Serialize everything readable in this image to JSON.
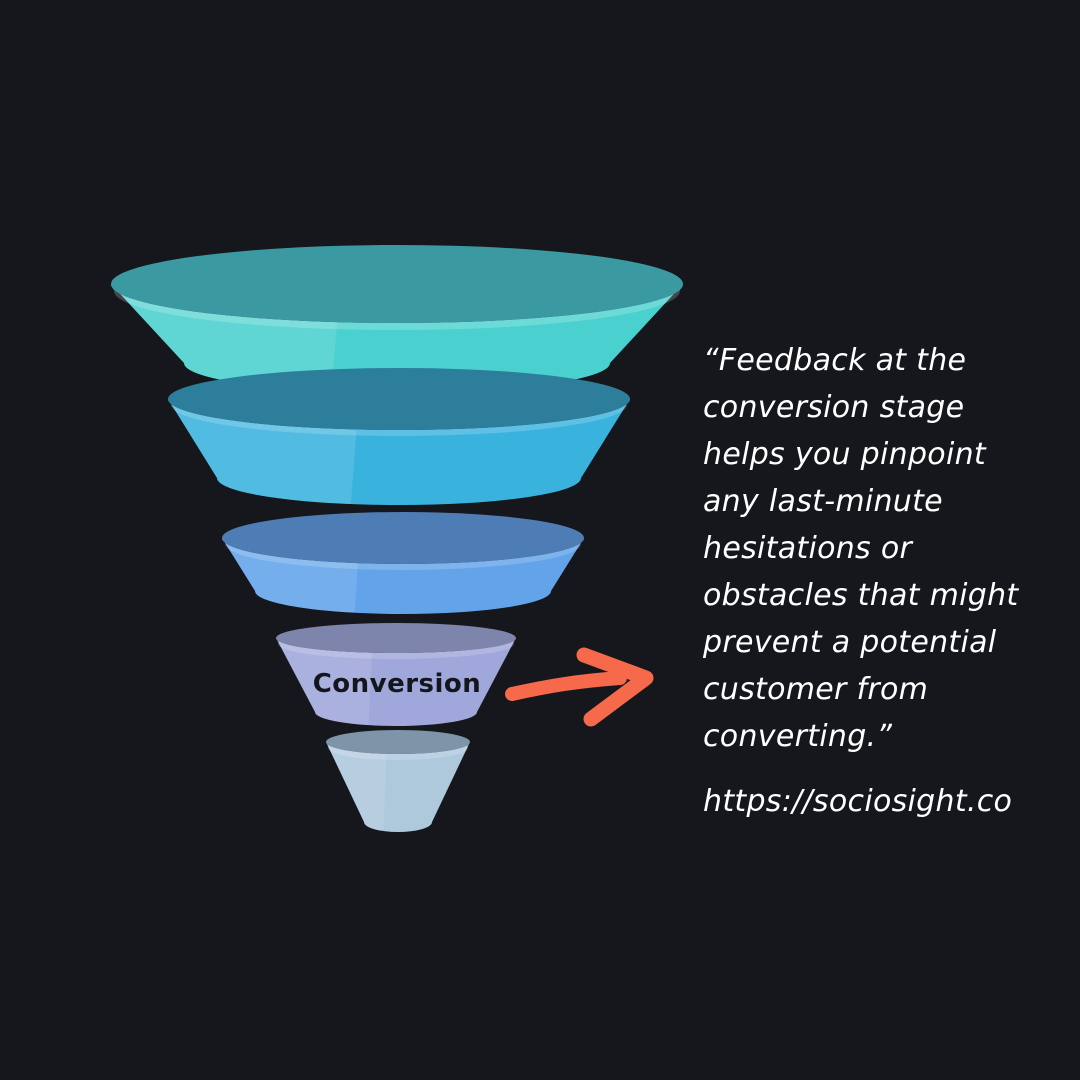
{
  "page": {
    "background_color": "#15171c"
  },
  "funnel": {
    "tiers": [
      {
        "id": "tier-1",
        "top_color": "#3a99a1",
        "body_color": "#4ad1cf"
      },
      {
        "id": "tier-2",
        "top_color": "#2c7e9b",
        "body_color": "#3ab2de"
      },
      {
        "id": "tier-3",
        "top_color": "#4e7cb4",
        "body_color": "#62a3ea"
      },
      {
        "id": "tier-4-conversion",
        "top_color": "#7d85ac",
        "body_color": "#9fa7db",
        "label": "Conversion",
        "label_color": "#14161c"
      },
      {
        "id": "tier-5",
        "top_color": "#7e95a9",
        "body_color": "#aec8dc"
      }
    ]
  },
  "arrow": {
    "color": "#f6694b"
  },
  "quote": {
    "color": "#ffffff",
    "lines": [
      "“Feedback at the",
      "conversion stage",
      "helps you pinpoint",
      "any last-minute",
      "hesitations or",
      "obstacles that might",
      "prevent a potential",
      "customer from",
      "converting.”"
    ],
    "source_url": "https://sociosight.co"
  }
}
